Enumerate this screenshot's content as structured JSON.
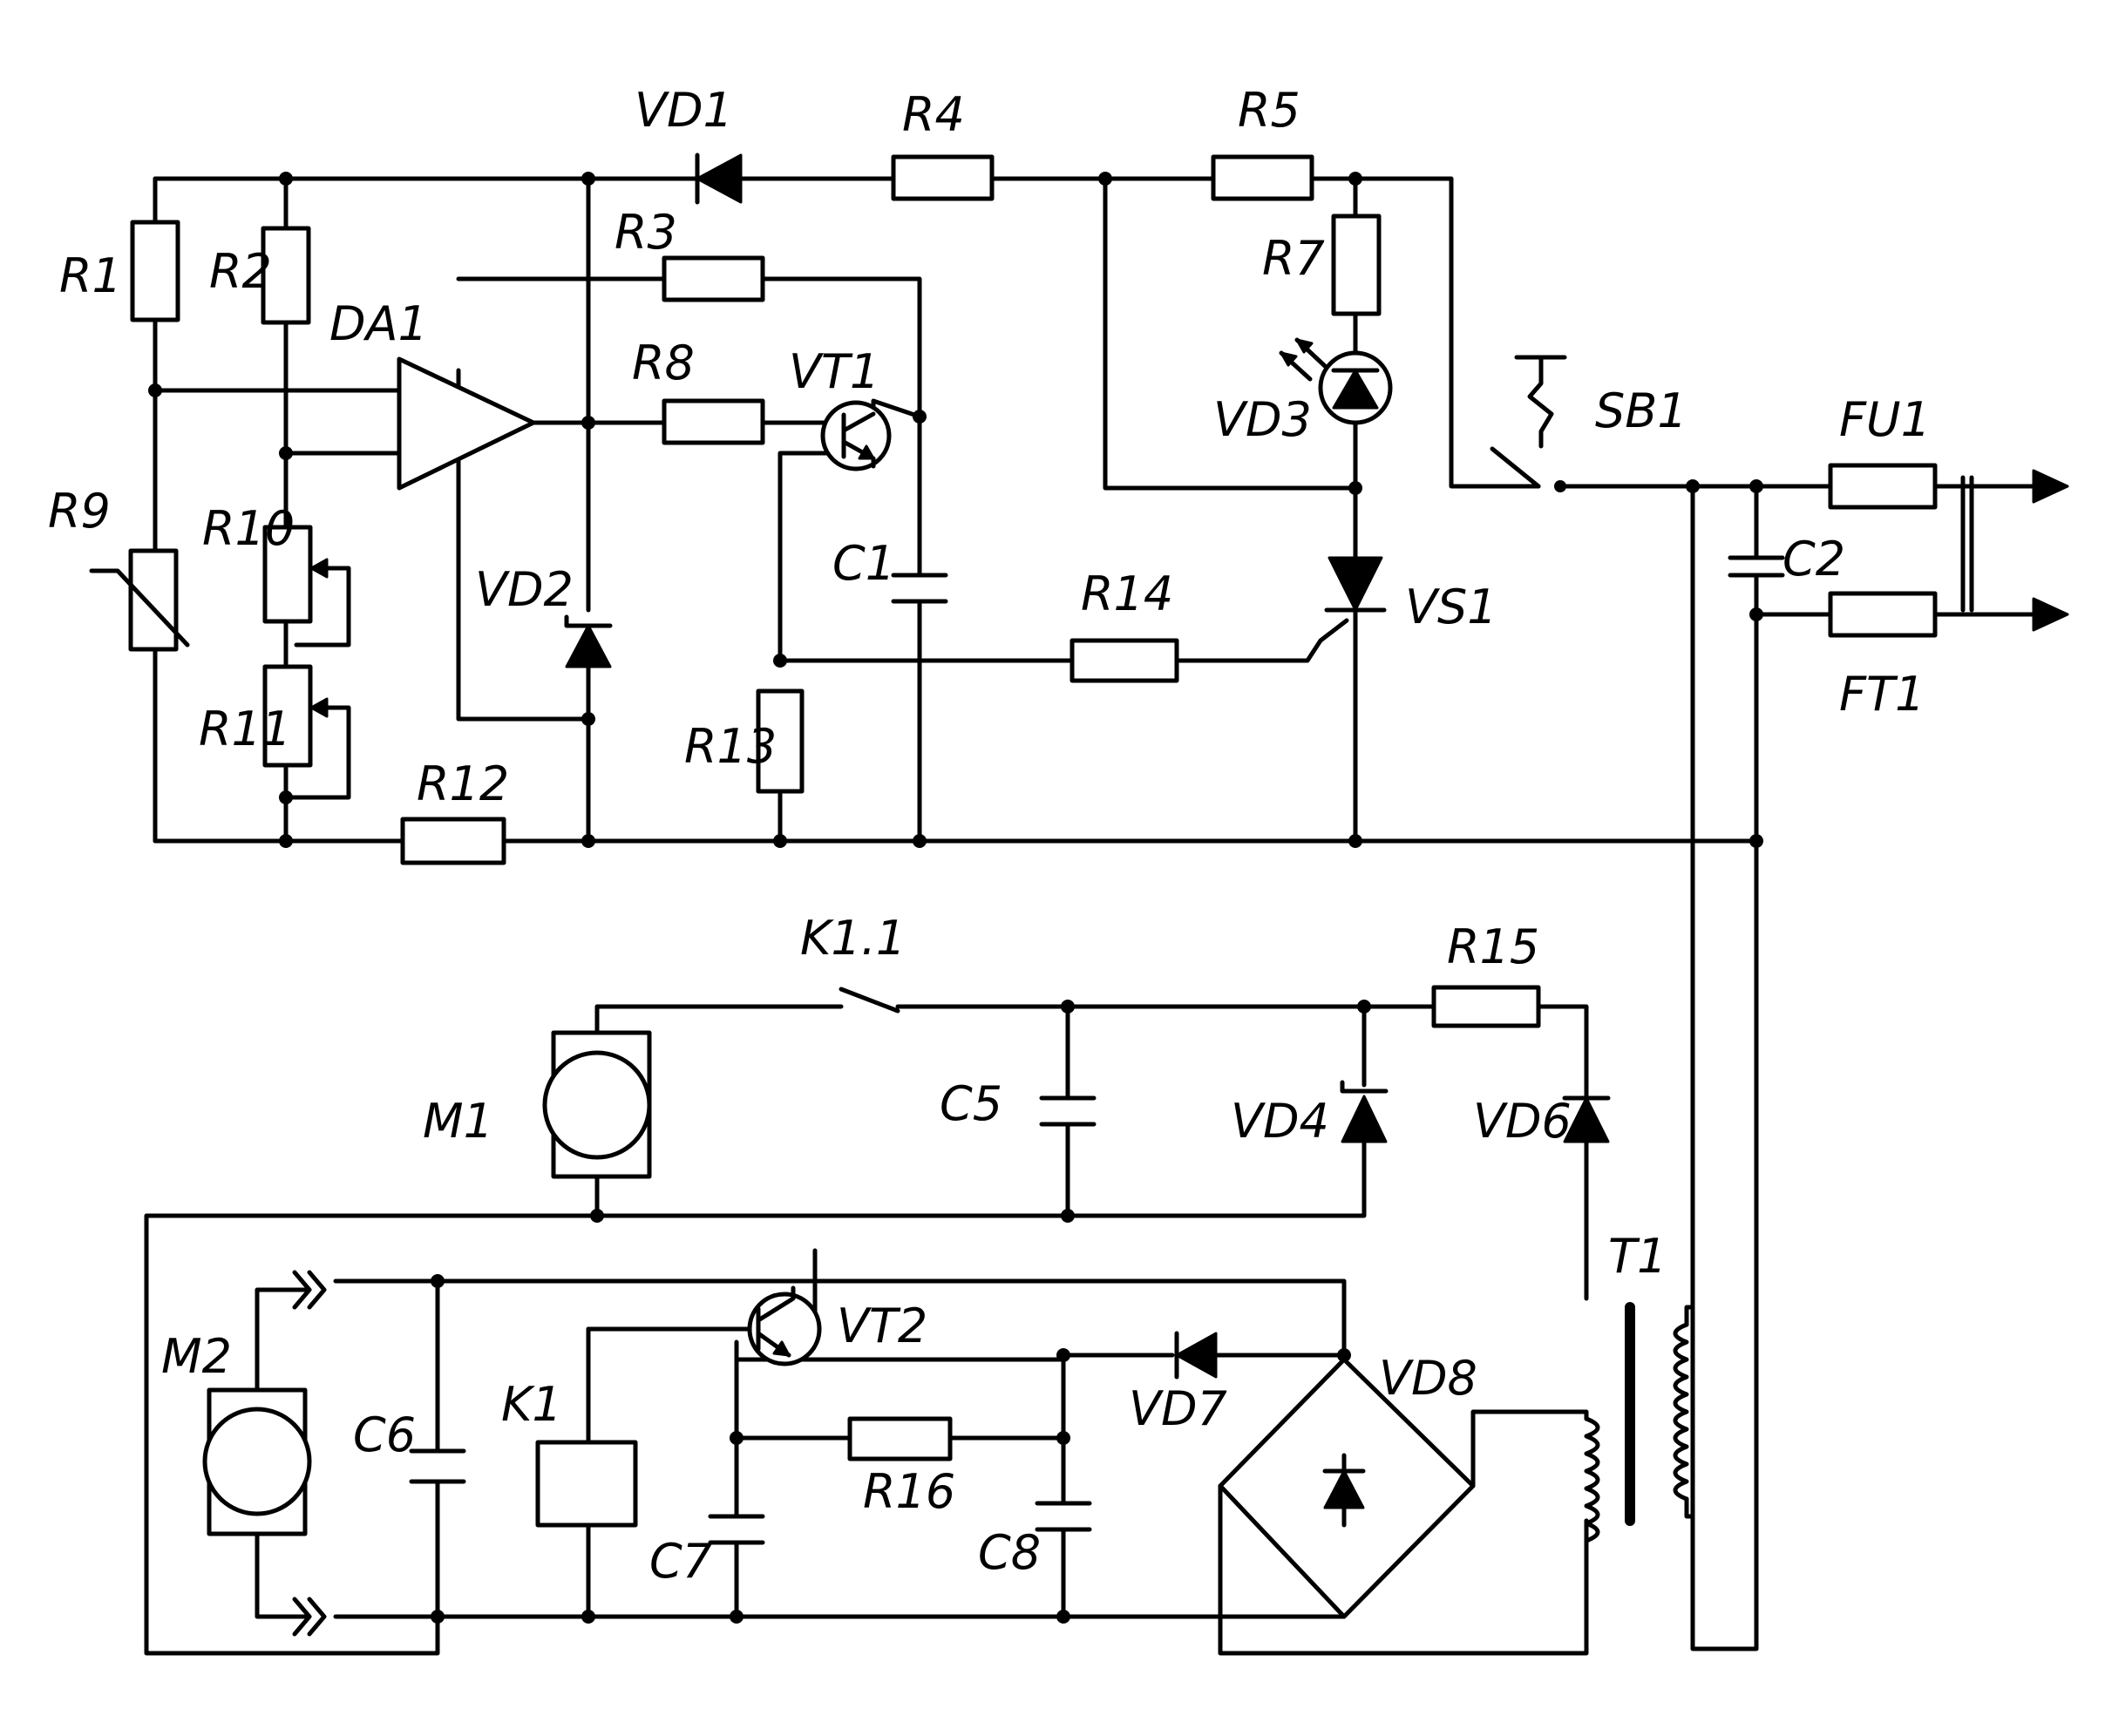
{
  "labels": {
    "R1": "R1",
    "R2": "R2",
    "R3": "R3",
    "R4": "R4",
    "R5": "R5",
    "R7": "R7",
    "R8": "R8",
    "R9": "R9",
    "R10": "R10",
    "R11": "R11",
    "R12": "R12",
    "R13": "R13",
    "R14": "R14",
    "R15": "R15",
    "R16": "R16",
    "C1": "C1",
    "C2": "C2",
    "C5": "C5",
    "C6": "C6",
    "C7": "C7",
    "C8": "C8",
    "VD1": "VD1",
    "VD2": "VD2",
    "VD3": "VD3",
    "VD4": "VD4",
    "VD6": "VD6",
    "VD7": "VD7",
    "VD8": "VD8",
    "VT1": "VT1",
    "VT2": "VT2",
    "VS1": "VS1",
    "DA1": "DA1",
    "SB1": "SB1",
    "FU1": "FU1",
    "FT1": "FT1",
    "K1": "K1",
    "K11": "K1.1",
    "M1": "M1",
    "M2": "M2",
    "T1": "T1"
  }
}
